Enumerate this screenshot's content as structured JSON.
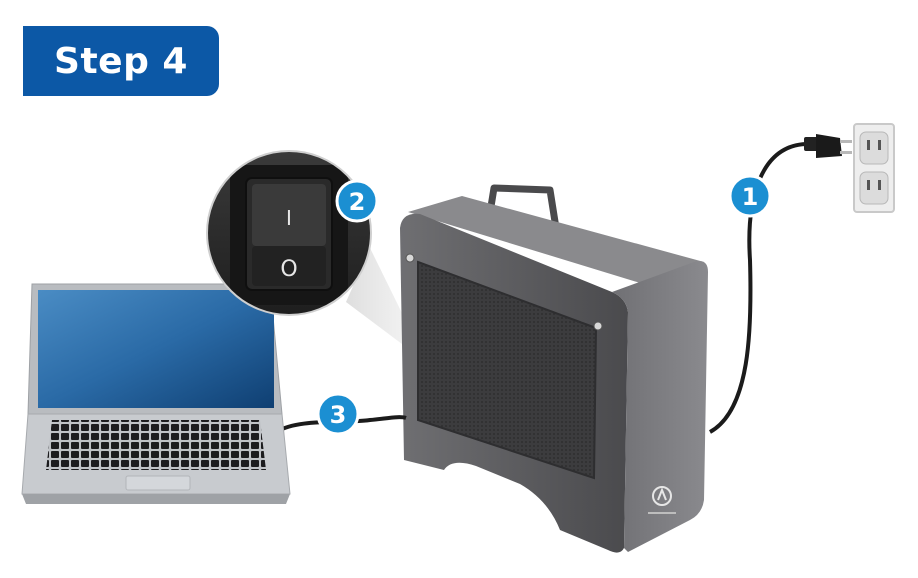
{
  "title": "Step 4",
  "steps": [
    {
      "number": "1"
    },
    {
      "number": "2"
    },
    {
      "number": "3"
    }
  ],
  "switch": {
    "on_symbol": "I",
    "off_symbol": "O"
  },
  "colors": {
    "banner": "#0c58a6",
    "badge": "#1b8fd2",
    "enclosure": "#5a5a5c",
    "laptop_screen": "#1f5f96"
  }
}
